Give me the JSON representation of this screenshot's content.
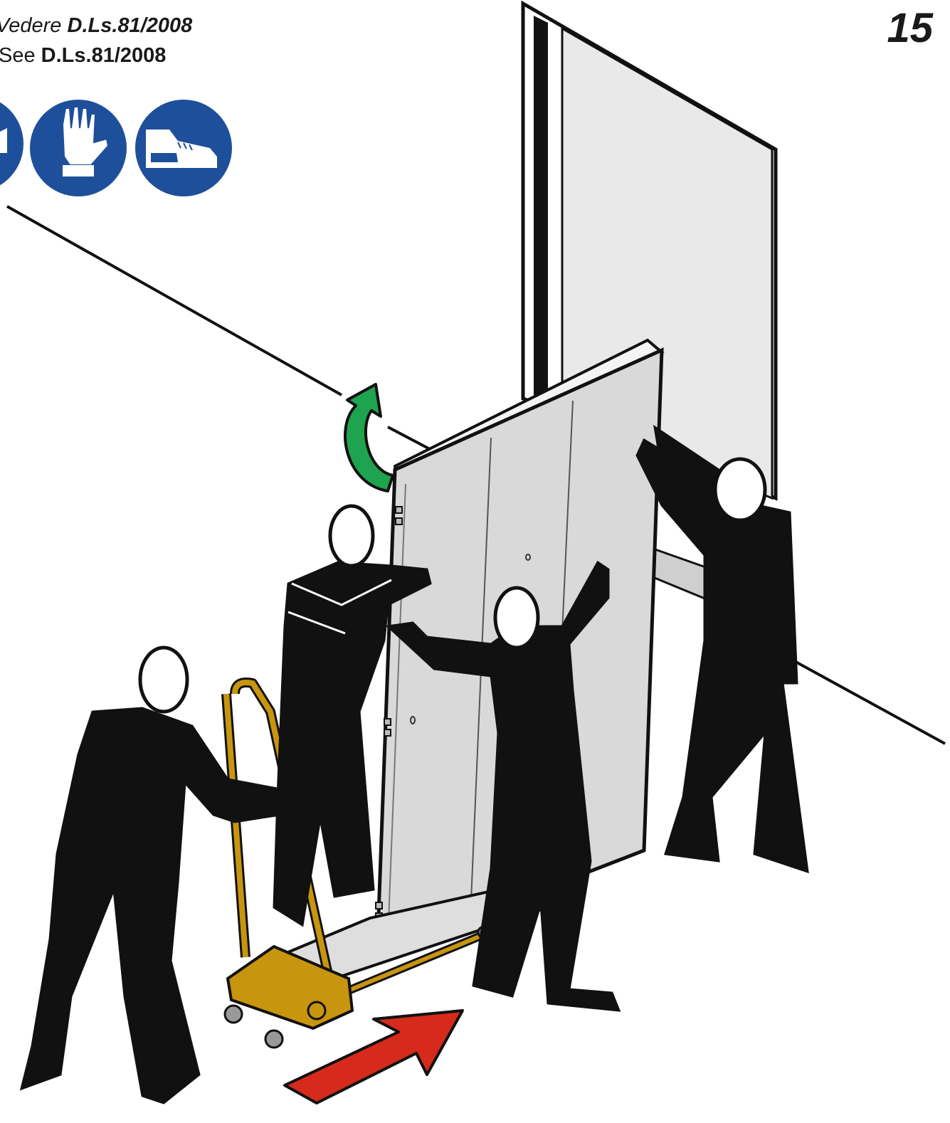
{
  "step_number": "15",
  "reference": {
    "it_lead": "Vedere ",
    "it_code": "D.Ls.81/2008",
    "en_lead": "See ",
    "en_code": "D.Ls.81/2008"
  },
  "ppe_icons": [
    "hard-hat-icon",
    "protective-gloves-icon",
    "safety-shoes-icon"
  ],
  "colors": {
    "ppe_blue": "#1e4f9a",
    "lift_arrow": "#1ea34f",
    "push_arrow": "#d52a1c",
    "trolley": "#c8950e",
    "door_panel": "#d9d9d9",
    "frame": "#e9e9e9",
    "figure": "#111111"
  }
}
